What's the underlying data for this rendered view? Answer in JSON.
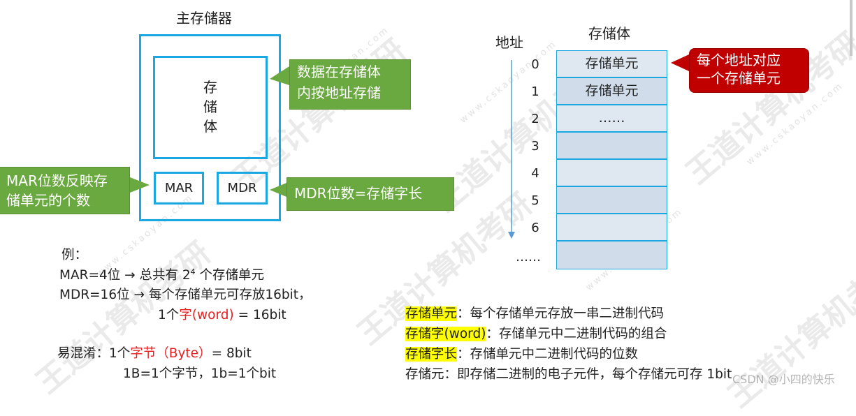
{
  "left_diagram": {
    "title": "主存储器",
    "storage_body_label_lines": [
      "存",
      "储",
      "体"
    ],
    "mar_label": "MAR",
    "mdr_label": "MDR"
  },
  "callouts": {
    "storage_addr": [
      "数据在存储体",
      "内按地址存储"
    ],
    "mar_bits": [
      "MAR位数反映存",
      "储单元的个数"
    ],
    "mdr_bits": "MDR位数=存储字长",
    "each_addr": [
      "每个地址对应",
      "一个存储单元"
    ]
  },
  "right_diagram": {
    "title": "存储体",
    "address_header": "地址",
    "addresses": [
      "0",
      "1",
      "2",
      "3",
      "4",
      "5",
      "6",
      "……"
    ],
    "cells": [
      "存储单元",
      "存储单元",
      "……",
      "",
      "",
      "",
      "",
      ""
    ]
  },
  "example": {
    "heading": "例：",
    "line1_prefix": "MAR=4位 → 总共有 2",
    "line1_sup": "4",
    "line1_suffix": " 个存储单元",
    "line2": "MDR=16位 → 每个存储单元可存放16bit，",
    "line3_prefix": "1个",
    "line3_red": "字(word)",
    "line3_suffix": " = 16bit"
  },
  "confusing": {
    "prefix": "易混淆：1个",
    "red": "字节（Byte）",
    "suffix": "= 8bit",
    "line2": "1B=1个字节，1b=1个bit"
  },
  "definitions": [
    {
      "term": "存储单元",
      "highlight": true,
      "desc": "：每个存储单元存放一串二进制代码"
    },
    {
      "term": "存储字(word)",
      "highlight": true,
      "desc": "：存储单元中二进制代码的组合"
    },
    {
      "term": "存储字长",
      "highlight": true,
      "desc": "：存储单元中二进制代码的位数"
    },
    {
      "term": "存储元",
      "highlight": false,
      "desc": "：即存储二进制的电子元件，每个存储元可存 1bit"
    }
  ],
  "watermarks": {
    "brand": "王道计算机考研",
    "url": "www.cskaoyan.com",
    "bottom_right": "CSDN @小四的快乐"
  },
  "colors": {
    "box_border": "#1aa7e2",
    "callout_green": "#6aa840",
    "callout_red": "#c00000",
    "cell_fill": "#d0dcea",
    "highlight": "#ffff00",
    "red_text": "#e81f1f"
  }
}
